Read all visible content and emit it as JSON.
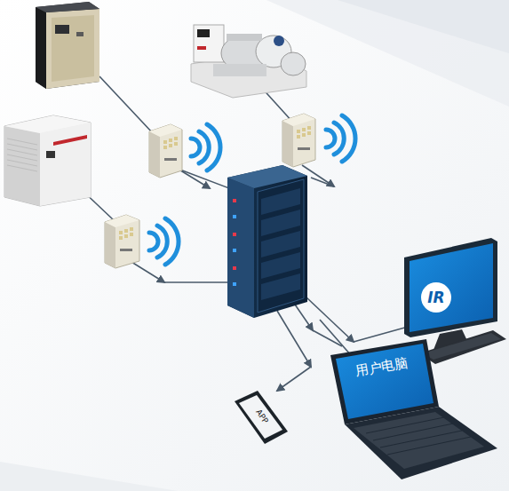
{
  "diagram": {
    "nodes": [
      {
        "text": [
          "用户电脑"
        ]
      },
      {
        "text": [
          "APP"
        ]
      }
    ],
    "labels": [
      "IR"
    ]
  }
}
